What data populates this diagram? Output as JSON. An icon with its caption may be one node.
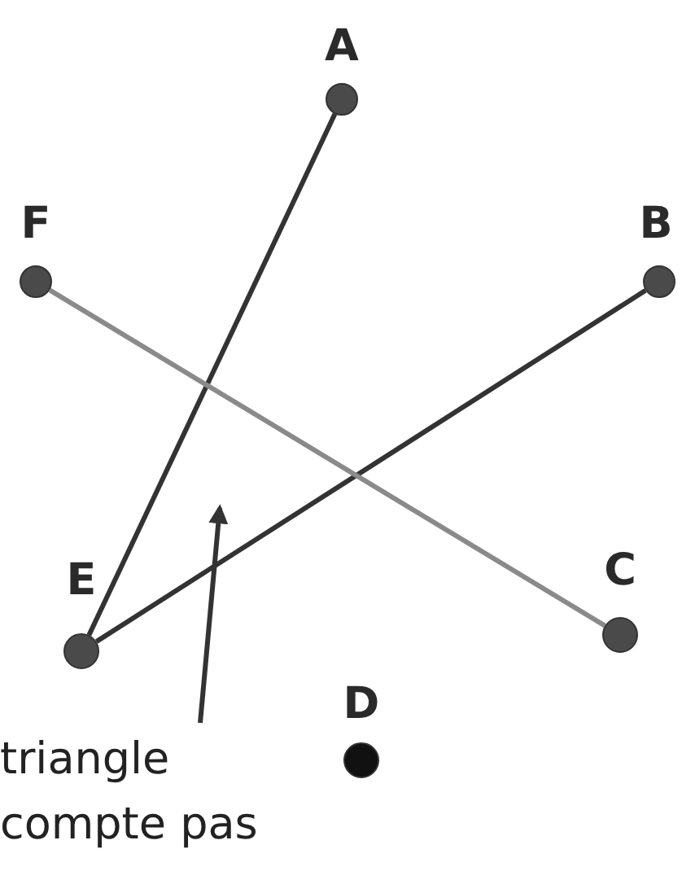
{
  "diagram": {
    "nodes": [
      {
        "text": [],
        "shape": "circle",
        "beside": [
          "A"
        ]
      },
      {
        "text": [],
        "shape": "circle",
        "beside": [
          "F"
        ]
      },
      {
        "text": [],
        "shape": "circle",
        "beside": [
          "B"
        ]
      },
      {
        "text": [],
        "shape": "circle",
        "beside": [
          "E"
        ]
      },
      {
        "text": [],
        "shape": "circle",
        "beside": [
          "C"
        ]
      },
      {
        "text": [],
        "shape": "circle",
        "beside": [
          "D"
        ]
      },
      {
        "text": [
          "triangle compte pas"
        ]
      }
    ],
    "edges": [
      {
        "from": 3,
        "to": 0,
        "arrow": "none"
      },
      {
        "from": 3,
        "to": 2,
        "arrow": "none"
      },
      {
        "from": 1,
        "to": 4,
        "arrow": "none",
        "color": "#8a8a8a"
      },
      {
        "from": 6,
        "to": null,
        "arrow": "to"
      }
    ]
  }
}
